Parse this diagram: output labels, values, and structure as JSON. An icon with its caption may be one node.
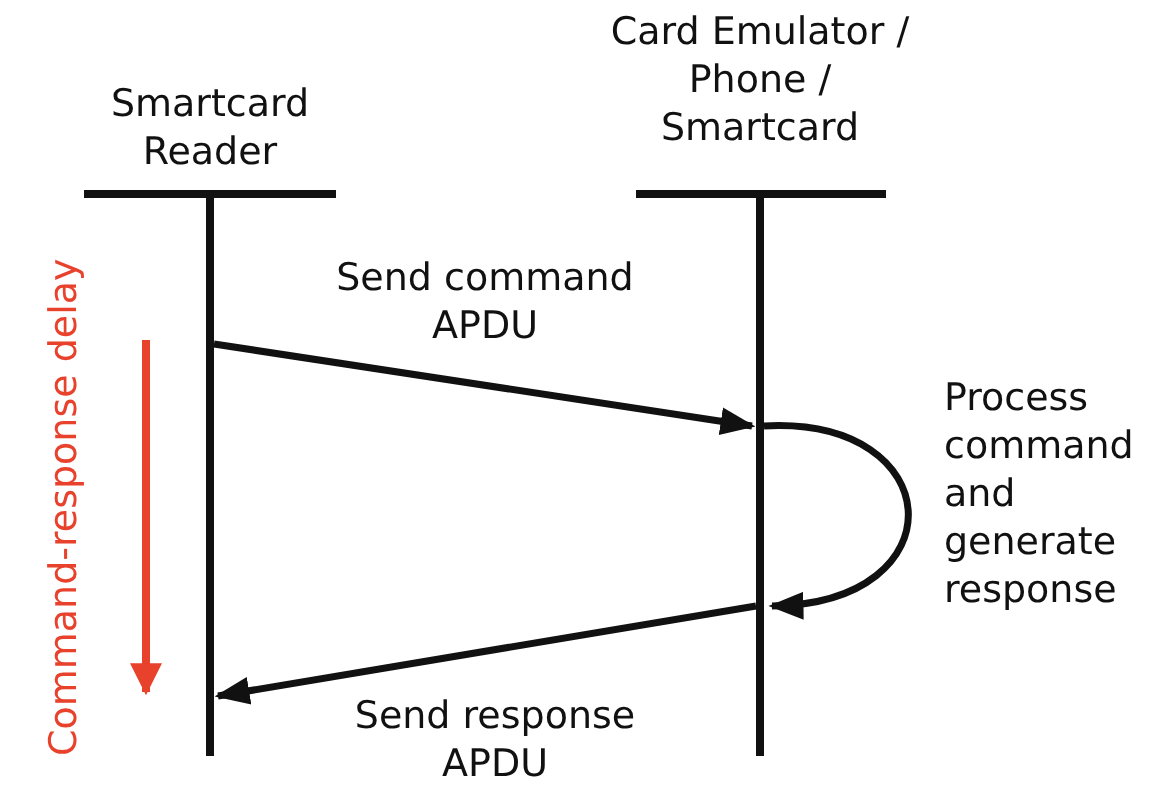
{
  "diagram": {
    "nodes": [
      {
        "text": [
          "Smartcard Reader"
        ]
      },
      {
        "text": [
          "Card Emulator / Phone / Smartcard"
        ]
      }
    ],
    "edges": [
      {
        "from": 0,
        "to": 1,
        "arrow": "to",
        "label": "Send command APDU"
      },
      {
        "from": 1,
        "to": 1,
        "arrow": "to",
        "label": "Process command and generate response"
      },
      {
        "from": 1,
        "to": 0,
        "arrow": "to",
        "label": "Send response APDU"
      }
    ],
    "labels": [
      "Command-response delay"
    ]
  }
}
